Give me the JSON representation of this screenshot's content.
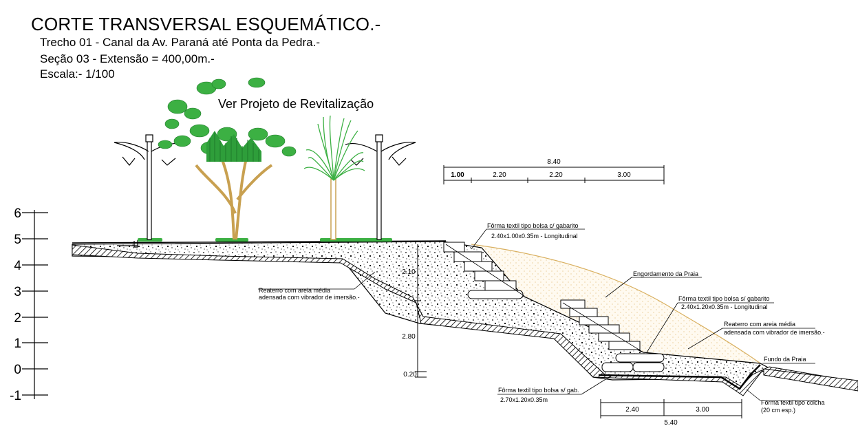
{
  "header": {
    "title": "CORTE TRANSVERSAL ESQUEMÁTICO.-",
    "line1": "Trecho 01 - Canal da Av. Paraná até Ponta da Pedra.-",
    "line2": "Seção 03 - Extensão = 400,00m.-",
    "line3": "Escala:- 1/100"
  },
  "revitalization_note": "Ver Projeto de Revitalização",
  "elevation_scale": {
    "ticks": [
      "6",
      "5",
      "4",
      "3",
      "2",
      "1",
      "0",
      "-1"
    ]
  },
  "top_dimension": {
    "total": "8.40",
    "segments": [
      "1.00",
      "2.20",
      "2.20",
      "3.00"
    ]
  },
  "bottom_dimension": {
    "total": "5.40",
    "segments": [
      "2.40",
      "3.00"
    ]
  },
  "vertical_dimensions": {
    "upper": "2.10",
    "middle": "2.80",
    "lower": "0.20"
  },
  "labels": {
    "bag_gabarito_title": "Fôrma textil tipo bolsa c/ gabarito",
    "bag_gabarito_spec": "2.40x1.00x0.35m - Longitudinal",
    "beach_fill": "Engordamento da Praia",
    "bag_no_gabarito_title": "Fôrma textil tipo bolsa s/ gabarito",
    "bag_no_gabarito_spec": "2.40x1.20x0.35m - Longitudinal",
    "backfill_right_1": "Reaterro com areia média",
    "backfill_right_2": "adensada com vibrador de imersão.-",
    "backfill_left_1": "Reaterro com areia média",
    "backfill_left_2": "adensada com vibrador de imersão.-",
    "beach_bottom": "Fundo da Praia",
    "bag_gab_title": "Fôrma textil tipo bolsa s/ gab.",
    "bag_gab_spec": "2.70x1.20x0.35m",
    "mattress_title": "Fôrma textil tipo colcha",
    "mattress_spec": "(20 cm esp.)"
  },
  "colors": {
    "line": "#000000",
    "foliage": "#3cb043",
    "foliage_dark": "#1f7a2a",
    "trunk": "#c8a050",
    "sand_fill": "#f5deb3",
    "beach_curve": "#d9b060"
  }
}
